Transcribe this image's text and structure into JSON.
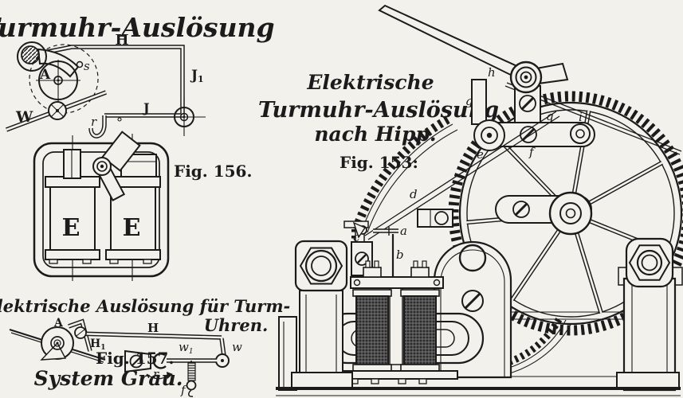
{
  "page": {
    "background": "#f3f1ec",
    "ink": "#1b1b1b"
  },
  "fig156": {
    "title": "Turmuhr-Auslösung",
    "caption": "Fig. 156.",
    "cells": [
      "E",
      "E"
    ],
    "labels": {
      "H": "H",
      "J": "J",
      "r": "r",
      "A": "A",
      "s": "s",
      "W": "W",
      "J1": {
        "main": "J",
        "sub": "1"
      }
    }
  },
  "fig157": {
    "heading_line1": "Elektrische Auslösung für Turm-",
    "heading_line2": "Uhren.",
    "caption": "Fig. 157.",
    "system_label": "System Grau.",
    "labels": {
      "A": "A",
      "H": "H",
      "w": "w",
      "r": "r",
      "f": "f",
      "H1": {
        "main": "H",
        "sub": "1"
      },
      "w1": {
        "main": "w",
        "sub": "1"
      }
    }
  },
  "fig153": {
    "title_line1": "Elektrische",
    "title_line2": "Turmuhr-Auslösung",
    "title_line3": "nach Hipp.",
    "caption": "Fig. 153:",
    "labels": {
      "h": "h",
      "g": "g",
      "q": "q",
      "i": "i",
      "e": "e",
      "f": "f",
      "d": "d",
      "a": "a",
      "b": "b",
      "c": "c"
    }
  }
}
